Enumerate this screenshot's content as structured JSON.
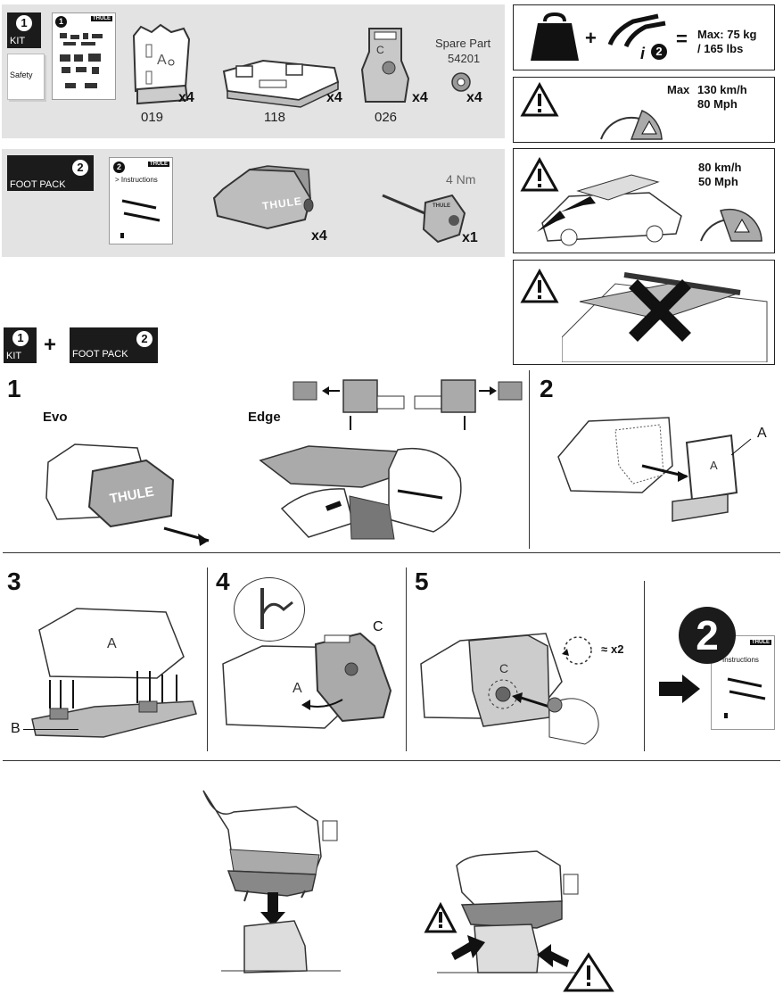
{
  "kit_box": {
    "number": "1",
    "label": "KIT"
  },
  "safety_doc": {
    "label": "Safety"
  },
  "kit_doc": {
    "number": "1",
    "brand": "THULE"
  },
  "parts": [
    {
      "code": "019",
      "qty": "x4"
    },
    {
      "code": "118",
      "qty": "x4"
    },
    {
      "code": "026",
      "qty": "x4"
    }
  ],
  "spare_part": {
    "line1": "Spare Part",
    "line2": "54201",
    "qty": "x4"
  },
  "foot_pack": {
    "number": "2",
    "label": "FOOT PACK"
  },
  "instructions_doc": {
    "number": "2",
    "brand": "THULE",
    "title": "> Instructions"
  },
  "foot_qty": "x4",
  "tool": {
    "torque": "4 Nm",
    "qty": "x1",
    "brand": "THULE"
  },
  "foot_brand": "THULE",
  "load": {
    "operators": [
      "+",
      "="
    ],
    "info_number": "2",
    "line1": "Max: 75 kg",
    "line2": "/ 165 lbs"
  },
  "speed_max": {
    "prefix": "Max",
    "line1": "130 km/h",
    "line2": "80 Mph"
  },
  "speed_load": {
    "line1": "80 km/h",
    "line2": "50 Mph"
  },
  "combo": {
    "kit_number": "1",
    "kit_label": "KIT",
    "plus": "+",
    "pack_number": "2",
    "pack_label": "FOOT PACK"
  },
  "steps": {
    "s1": {
      "number": "1",
      "evo": "Evo",
      "edge": "Edge"
    },
    "s2": {
      "number": "2",
      "marker_a": "A"
    },
    "s3": {
      "number": "3",
      "marker_b": "B",
      "marker_a": "A"
    },
    "s4": {
      "number": "4",
      "marker_c": "C",
      "marker_a": "A"
    },
    "s5": {
      "number": "5",
      "repeat": "x2",
      "marker_c": "C"
    }
  },
  "next": {
    "number": "2",
    "brand": "THULE",
    "title": "Instructions"
  }
}
